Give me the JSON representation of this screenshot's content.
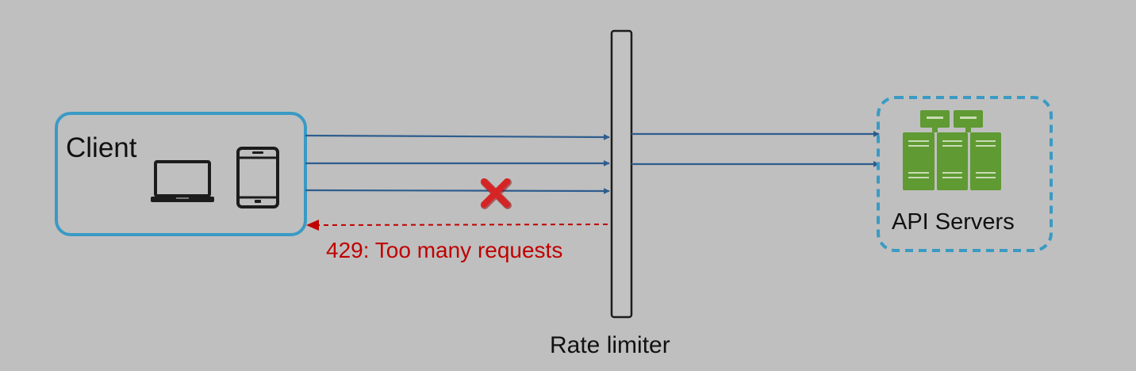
{
  "client": {
    "label": "Client",
    "devices": [
      "laptop-icon",
      "smartphone-icon"
    ],
    "border_color": "#3a9ac4"
  },
  "rate_limiter": {
    "label": "Rate limiter"
  },
  "api_servers": {
    "label": "API Servers",
    "icon": "server-rack-icon",
    "border_color": "#3a9ac4",
    "icon_color": "#5f9a32"
  },
  "requests": {
    "incoming_count": 3,
    "forwarded_count": 2,
    "blocked_count": 1,
    "blocked_marker": "red-x-icon",
    "arrow_color": "#2e5d8e"
  },
  "response": {
    "label": "429: Too many requests",
    "color": "#c00000",
    "style": "dashed"
  }
}
